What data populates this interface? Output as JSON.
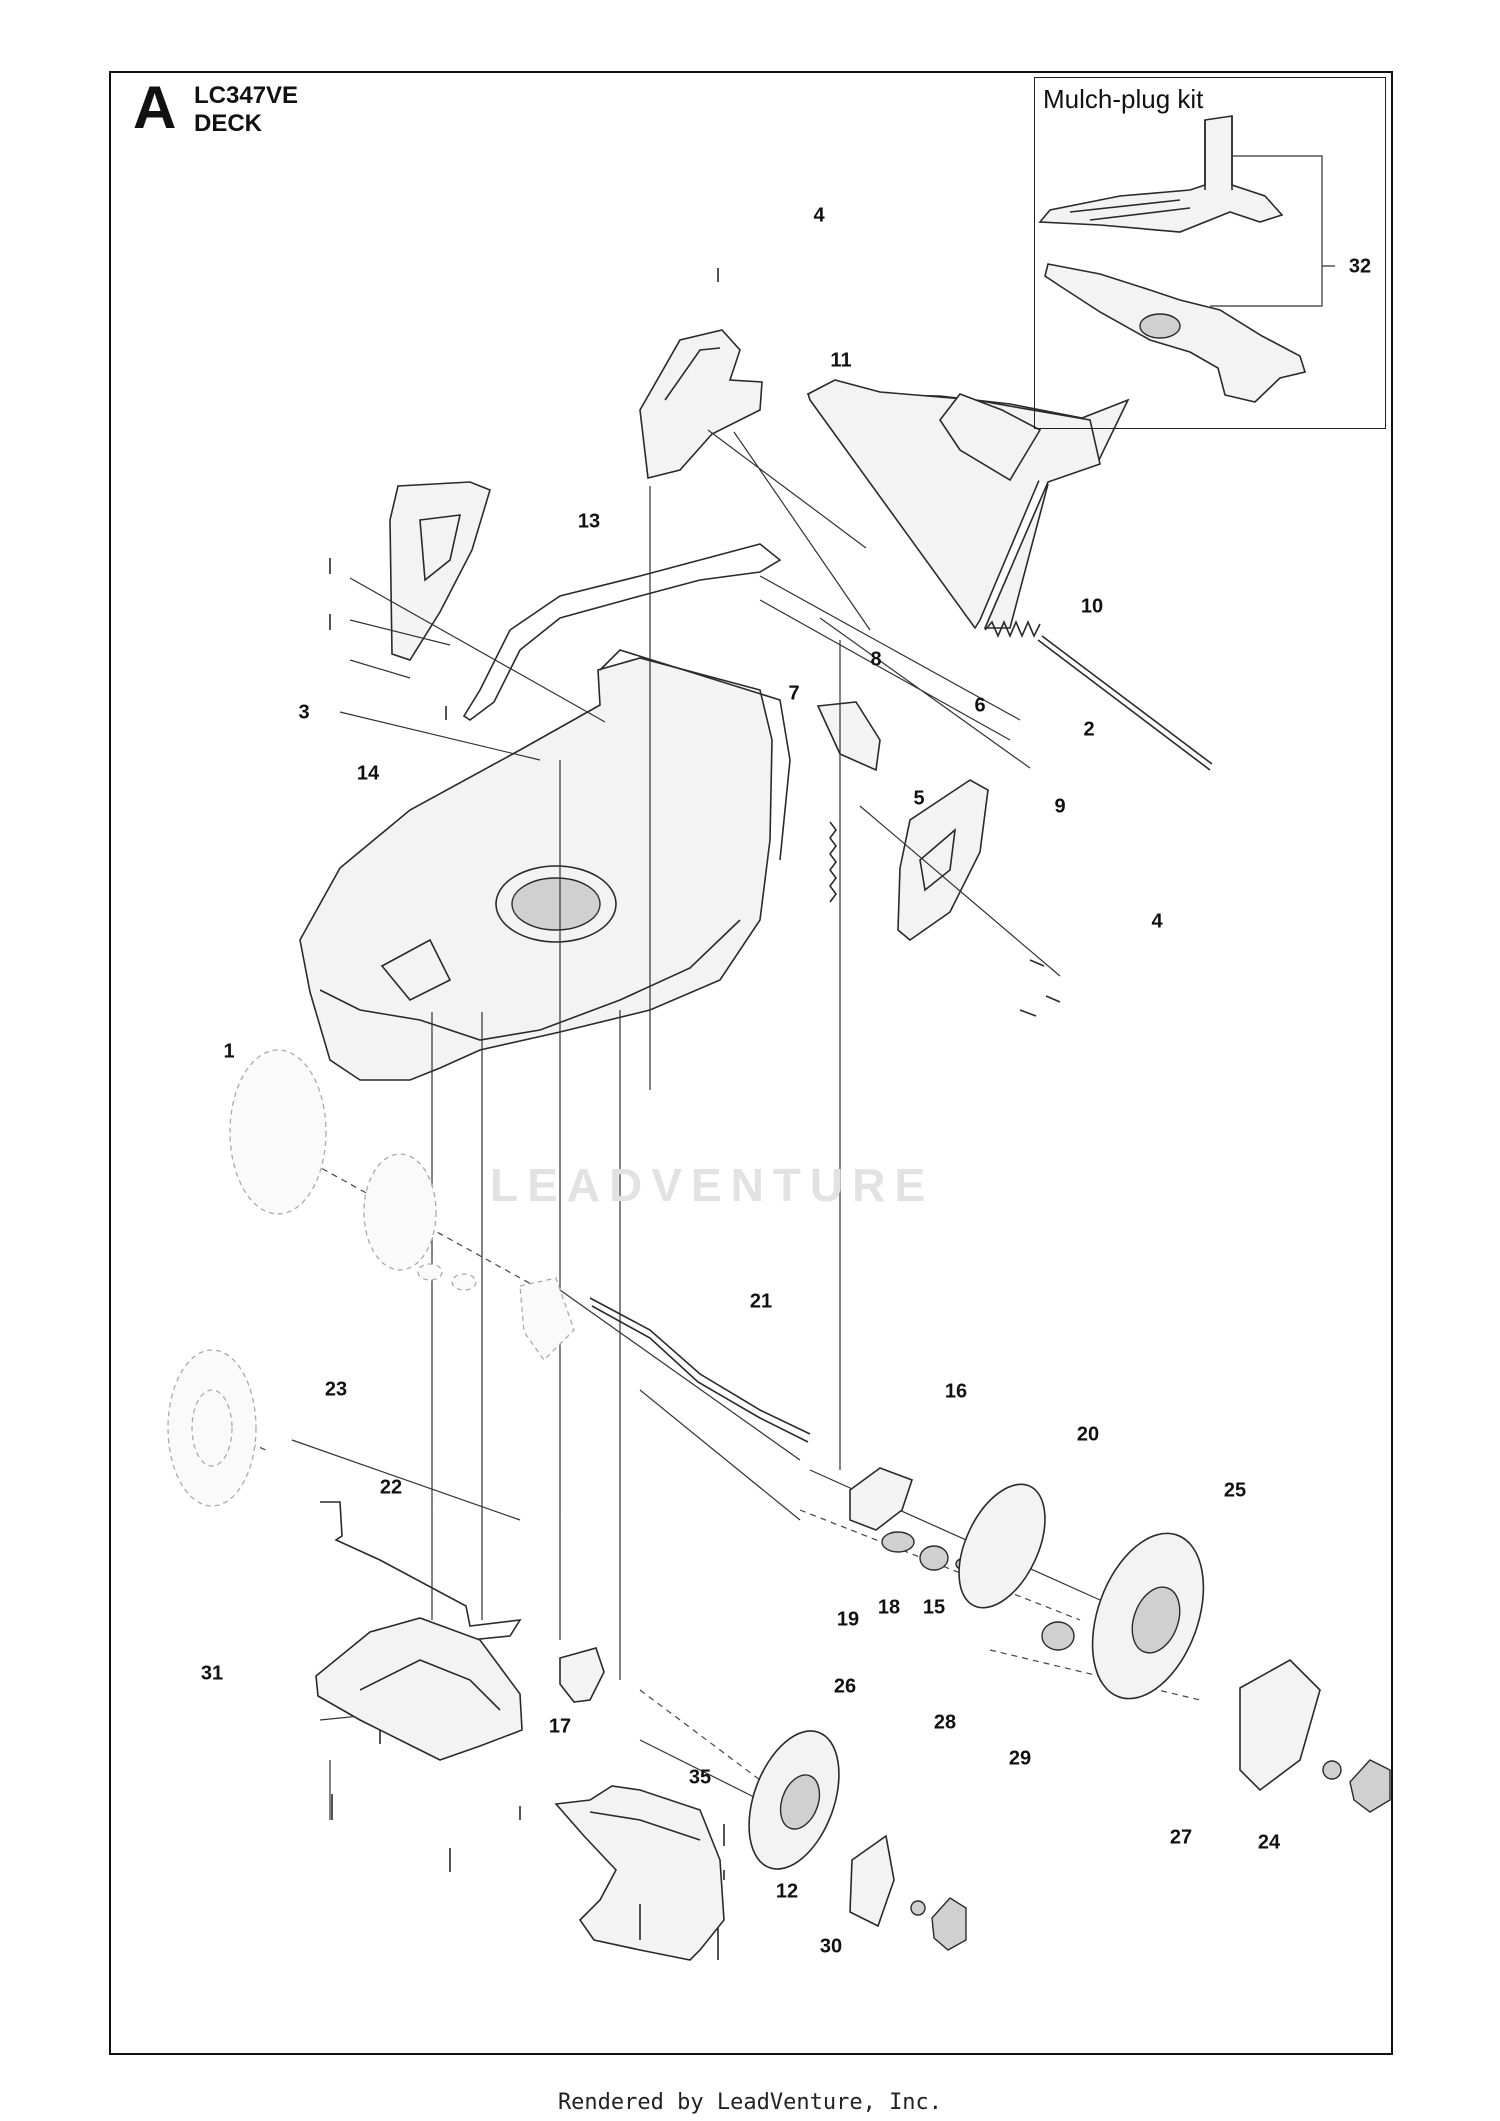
{
  "header": {
    "section_letter": "A",
    "model": "LC347VE",
    "section_name": "DECK"
  },
  "inset": {
    "title": "Mulch-plug kit"
  },
  "callouts": [
    {
      "id": "c1",
      "label": "1"
    },
    {
      "id": "c2",
      "label": "2"
    },
    {
      "id": "c3",
      "label": "3"
    },
    {
      "id": "c4a",
      "label": "4"
    },
    {
      "id": "c4b",
      "label": "4"
    },
    {
      "id": "c5",
      "label": "5"
    },
    {
      "id": "c6",
      "label": "6"
    },
    {
      "id": "c7",
      "label": "7"
    },
    {
      "id": "c8",
      "label": "8"
    },
    {
      "id": "c9",
      "label": "9"
    },
    {
      "id": "c10",
      "label": "10"
    },
    {
      "id": "c11",
      "label": "11"
    },
    {
      "id": "c12",
      "label": "12"
    },
    {
      "id": "c13",
      "label": "13"
    },
    {
      "id": "c14",
      "label": "14"
    },
    {
      "id": "c15",
      "label": "15"
    },
    {
      "id": "c16",
      "label": "16"
    },
    {
      "id": "c17",
      "label": "17"
    },
    {
      "id": "c18",
      "label": "18"
    },
    {
      "id": "c19",
      "label": "19"
    },
    {
      "id": "c20",
      "label": "20"
    },
    {
      "id": "c21",
      "label": "21"
    },
    {
      "id": "c22",
      "label": "22"
    },
    {
      "id": "c23",
      "label": "23"
    },
    {
      "id": "c24",
      "label": "24"
    },
    {
      "id": "c25",
      "label": "25"
    },
    {
      "id": "c26",
      "label": "26"
    },
    {
      "id": "c27",
      "label": "27"
    },
    {
      "id": "c28",
      "label": "28"
    },
    {
      "id": "c29",
      "label": "29"
    },
    {
      "id": "c30",
      "label": "30"
    },
    {
      "id": "c31",
      "label": "31"
    },
    {
      "id": "c32",
      "label": "32"
    },
    {
      "id": "c35",
      "label": "35"
    }
  ],
  "watermark": "LEADVENTURE",
  "footer": "Rendered by LeadVenture, Inc."
}
